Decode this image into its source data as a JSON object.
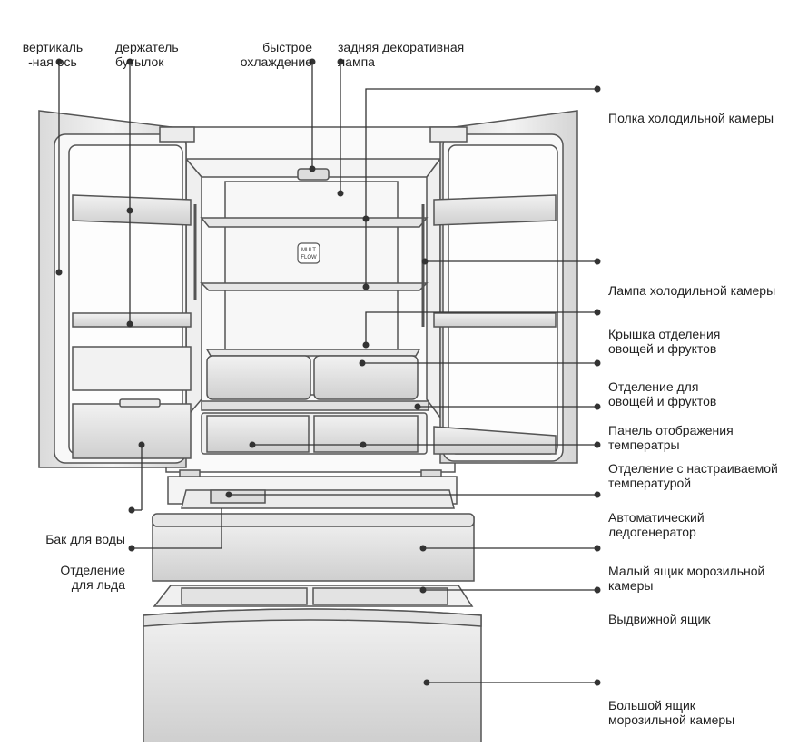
{
  "labels": {
    "vertical_axis": [
      "вертикаль",
      "-ная ось"
    ],
    "bottle_holder": [
      "держатель",
      "бутылок"
    ],
    "fast_cooling": [
      "быстрое",
      "охлаждение"
    ],
    "rear_decor_lamp": [
      "задняя декоративная",
      "лампа"
    ],
    "fridge_shelf": [
      "Полка холодильной камеры"
    ],
    "fridge_lamp": [
      "Лампа холодильной камеры"
    ],
    "crisper_cover": [
      "Крышка отделения",
      "овощей и фруктов"
    ],
    "crisper": [
      "Отделение для",
      "овощей и фруктов"
    ],
    "temp_panel": [
      "Панель отображения",
      "температры"
    ],
    "adjustable_compartment": [
      "Отделение с настраиваемой",
      "температурой"
    ],
    "ice_maker": [
      "Автоматический",
      "ледогенератор"
    ],
    "small_freezer_drawer": [
      "Малый ящик морозильной",
      "камеры"
    ],
    "slide_drawer": [
      "Выдвижной ящик"
    ],
    "large_freezer_drawer": [
      "Большой ящик",
      "морозильной камеры"
    ],
    "water_tank": [
      "Бак для воды"
    ],
    "ice_compartment": [
      "Отделение",
      "для льда"
    ]
  },
  "badge": [
    "MULT",
    "FLOW"
  ],
  "colors": {
    "line": "#333333",
    "outline": "#555555",
    "shade": "#d9d9d9",
    "steel": "#e4e4e4",
    "dot": "#333333"
  }
}
